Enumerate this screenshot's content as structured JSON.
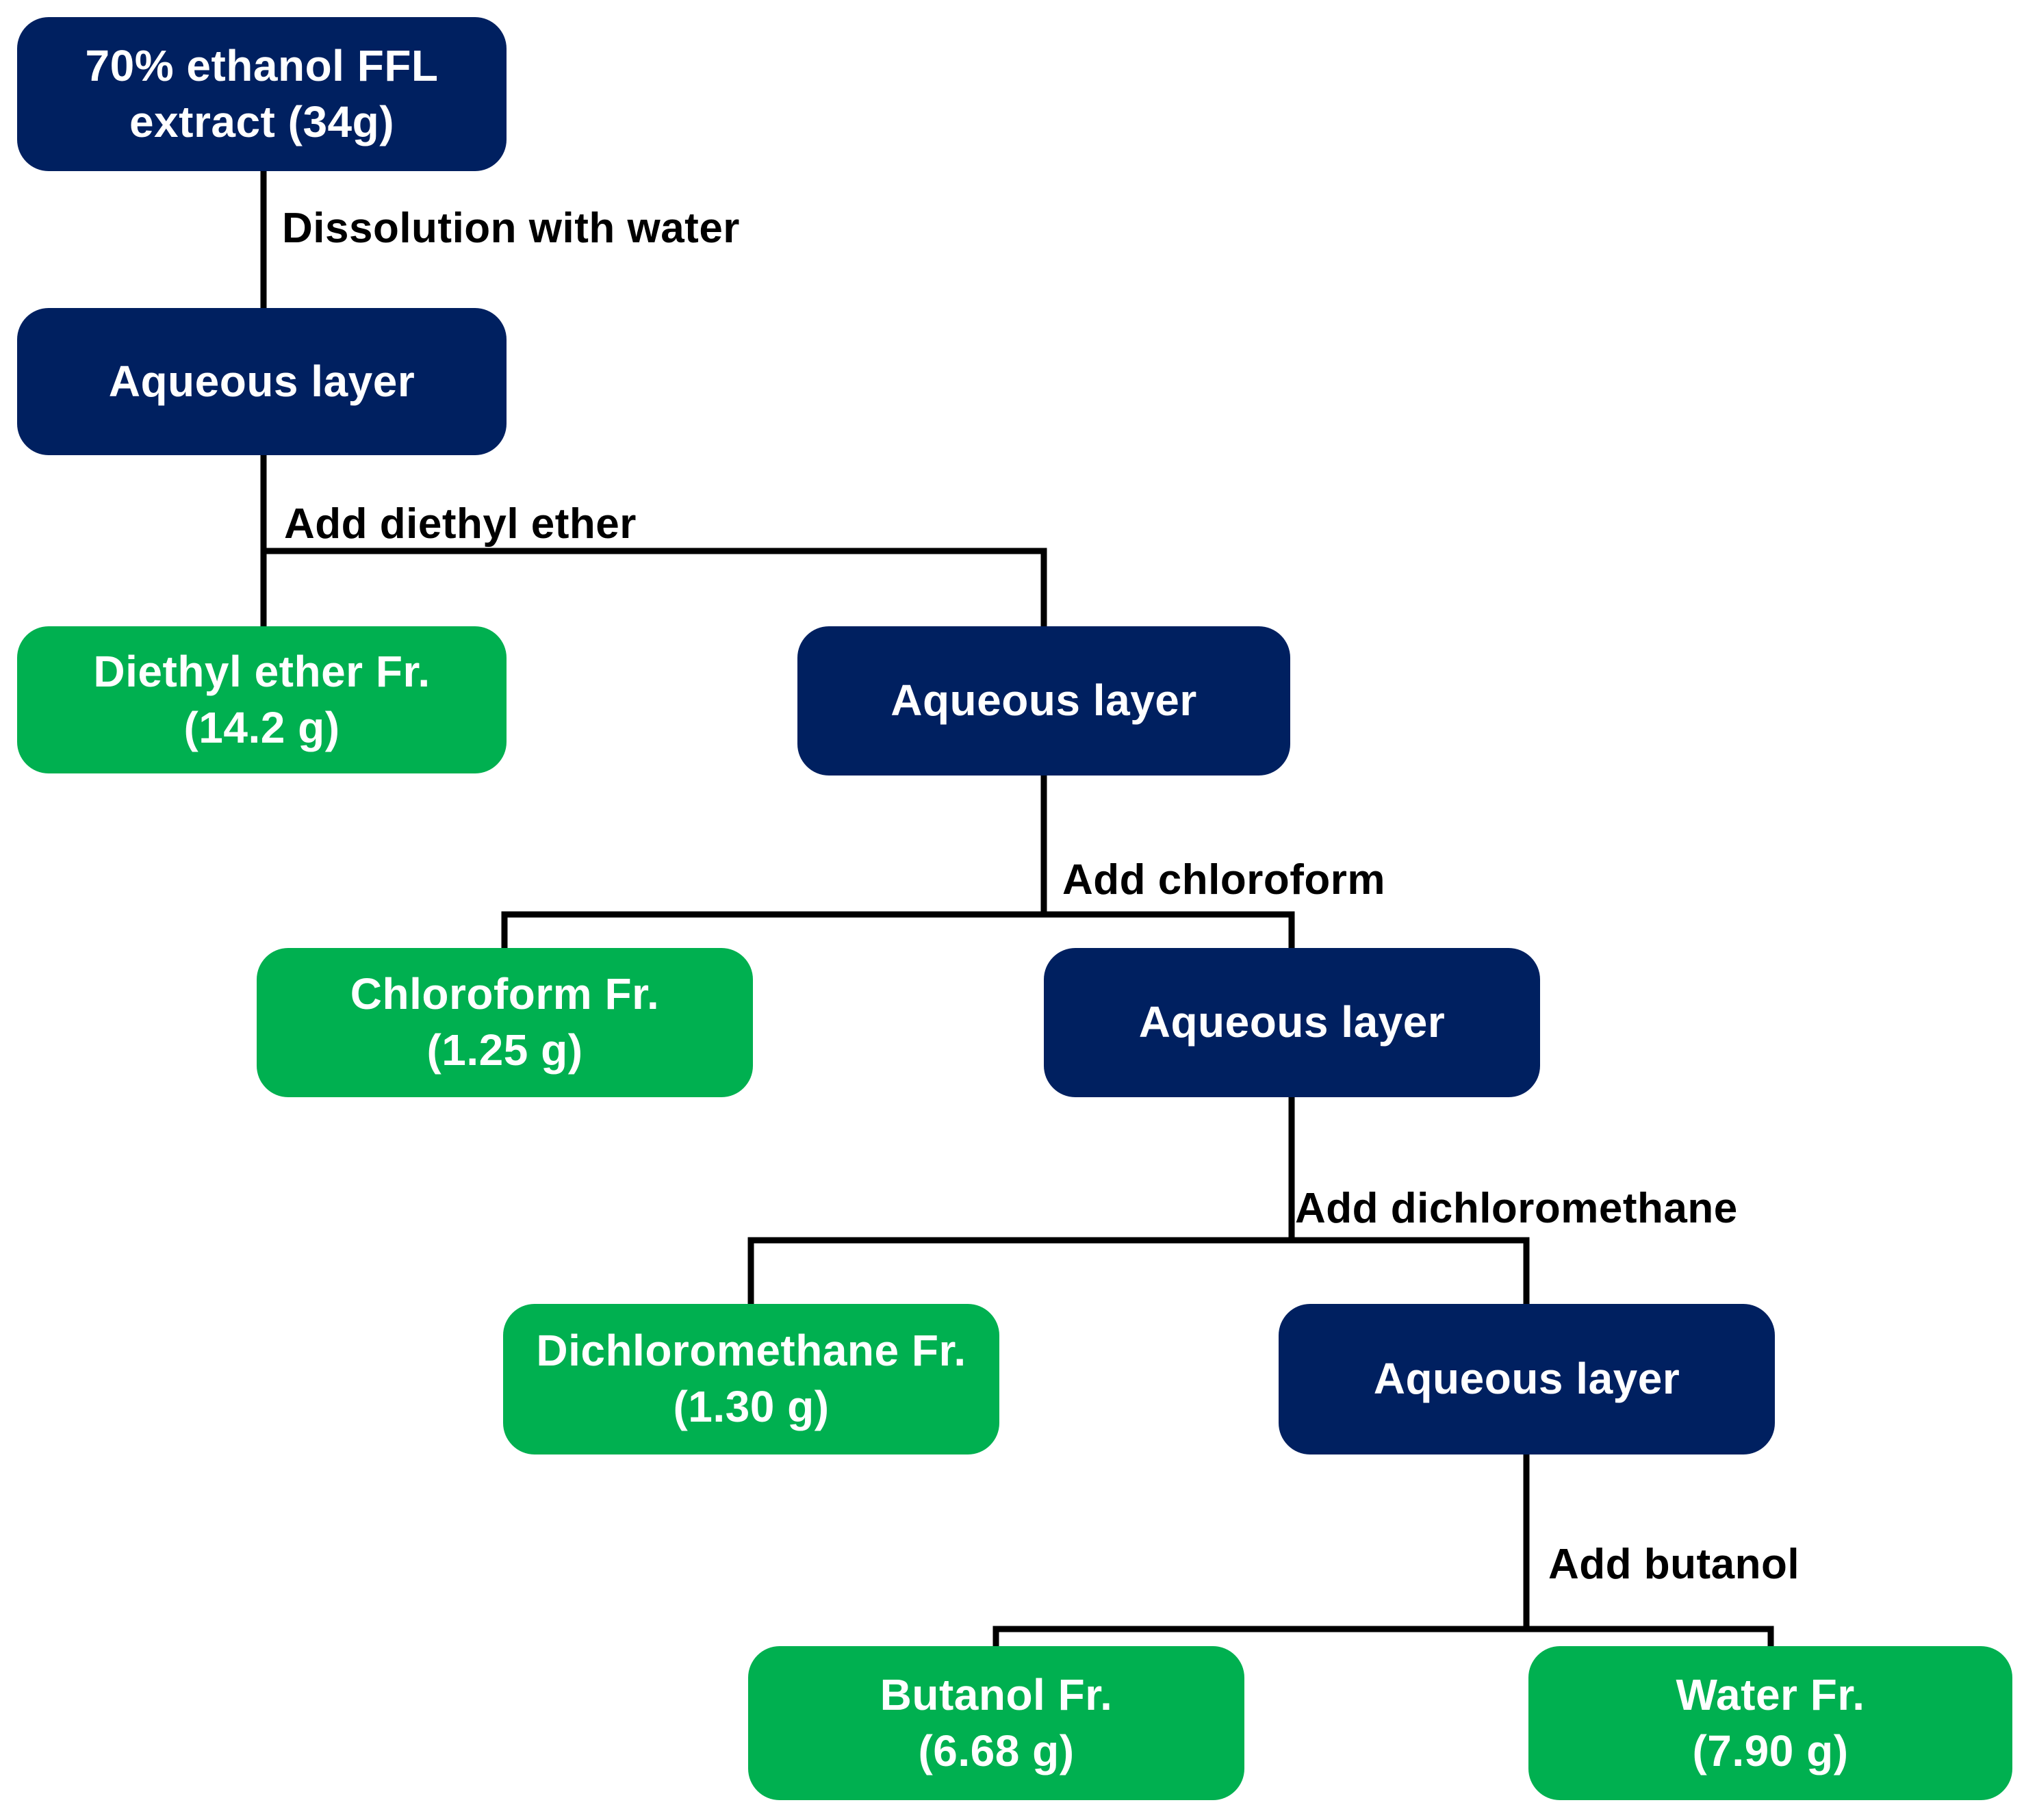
{
  "figure": {
    "type": "flowchart",
    "description": "Liquid-liquid fractionation scheme of a 70% ethanol FFL extract",
    "colors": {
      "aqueous_node_fill": "#002060",
      "fraction_node_fill": "#00b050",
      "node_text": "#ffffff",
      "connector": "#000000",
      "step_label_text": "#000000",
      "background": "#ffffff"
    },
    "nodes": {
      "root": {
        "line1": "70% ethanol FFL",
        "line2": "extract (34g)"
      },
      "aqueous1": {
        "line1": "Aqueous layer"
      },
      "diethyl": {
        "line1": "Diethyl ether Fr.",
        "line2": "(14.2 g)"
      },
      "aqueous2": {
        "line1": "Aqueous layer"
      },
      "chloroform": {
        "line1": "Chloroform Fr.",
        "line2": "(1.25 g)"
      },
      "aqueous3": {
        "line1": "Aqueous layer"
      },
      "dichloromethane": {
        "line1": "Dichloromethane Fr.",
        "line2": "(1.30 g)"
      },
      "aqueous4": {
        "line1": "Aqueous layer"
      },
      "butanol": {
        "line1": "Butanol Fr.",
        "line2": "(6.68 g)"
      },
      "water": {
        "line1": "Water Fr.",
        "line2": "(7.90 g)"
      }
    },
    "steps": {
      "dissolution": "Dissolution with water",
      "diethyl": "Add diethyl ether",
      "chloroform": "Add chloroform",
      "dichloromethane": "Add dichloromethane",
      "butanol": "Add butanol"
    }
  }
}
